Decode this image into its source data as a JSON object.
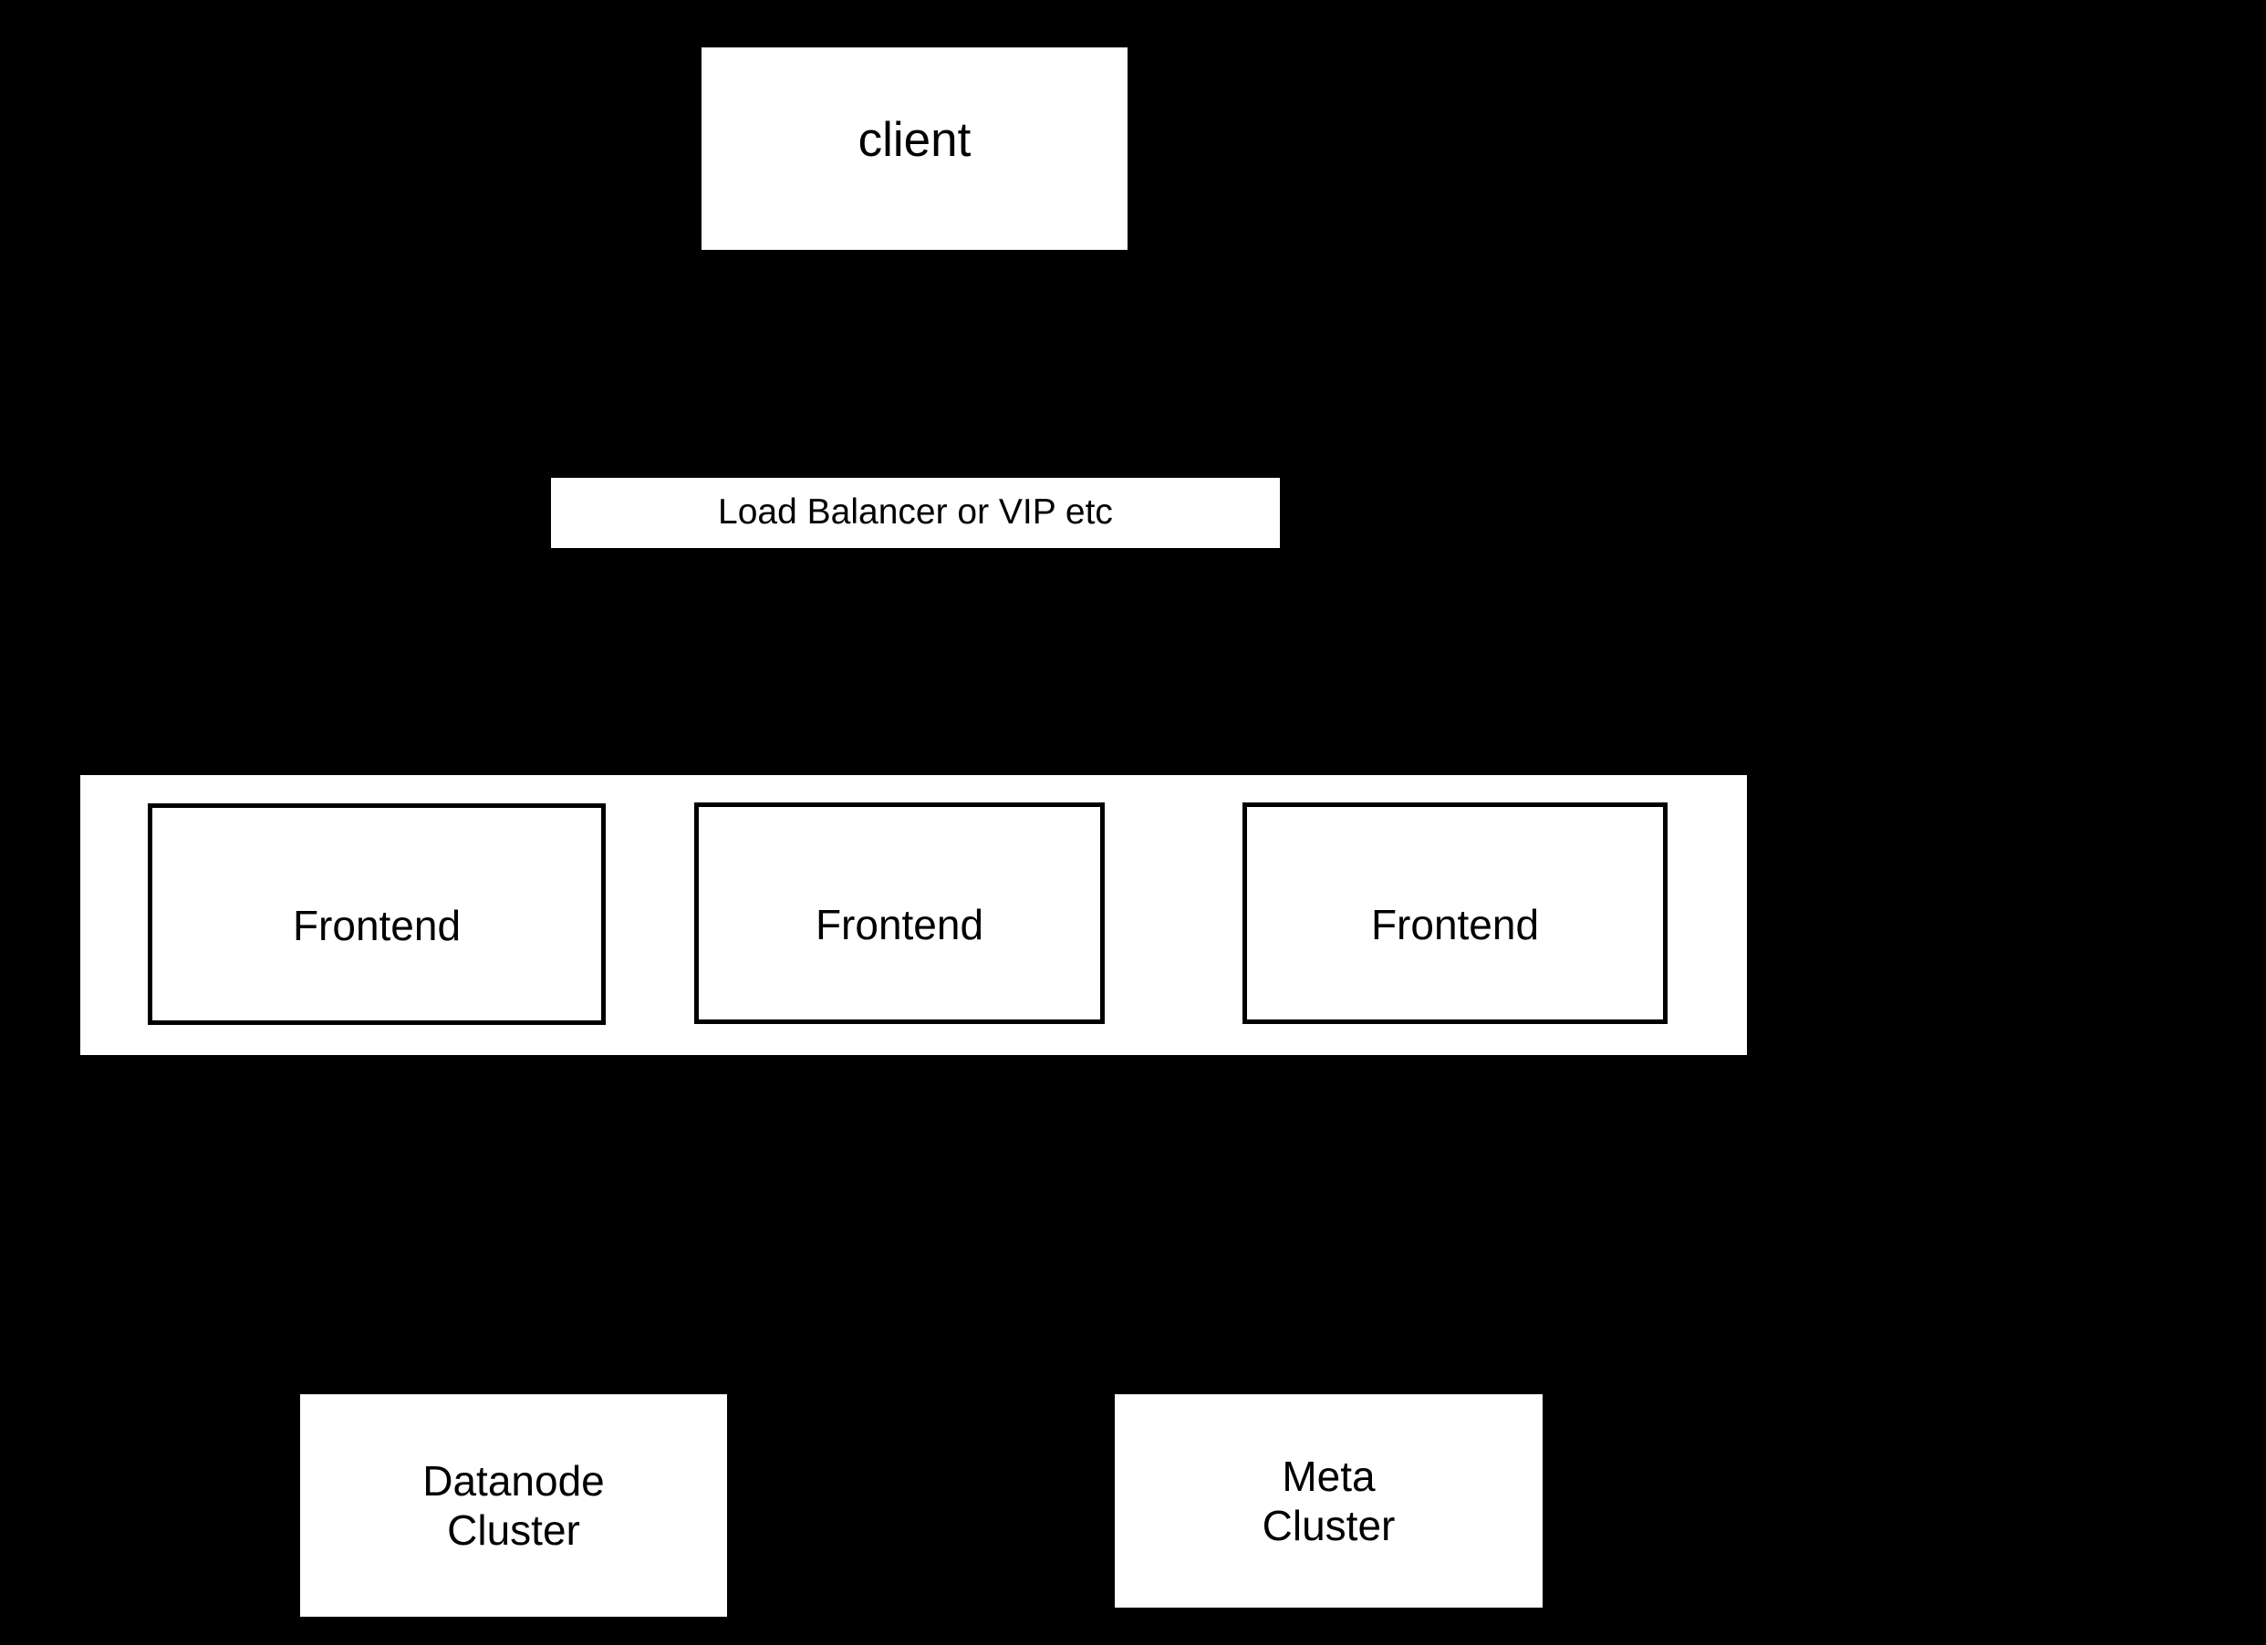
{
  "diagram": {
    "type": "architecture-block-diagram",
    "background_color": "#000000",
    "node_fill_color": "#ffffff",
    "node_stroke_color": "#000000",
    "text_color": "#000000",
    "nodes": {
      "client": {
        "label": "client",
        "shape": "rectangle",
        "border": "solid"
      },
      "load_balancer": {
        "label": "Load Balancer or VIP etc",
        "shape": "rectangle",
        "border": "none"
      },
      "frontend_group": {
        "label": "",
        "shape": "rectangle",
        "border": "dashed"
      },
      "frontends": [
        {
          "label": "Frontend",
          "shape": "rectangle",
          "border": "solid"
        },
        {
          "label": "Frontend",
          "shape": "rectangle",
          "border": "solid"
        },
        {
          "label": "Frontend",
          "shape": "rectangle",
          "border": "solid"
        }
      ],
      "datanode_cluster": {
        "label": "Datanode\nCluster",
        "shape": "rectangle",
        "border": "dashed"
      },
      "meta_cluster": {
        "label": "Meta\nCluster",
        "shape": "rectangle",
        "border": "dashed"
      }
    },
    "edges": [
      {
        "from": "client",
        "to": "load_balancer"
      },
      {
        "from": "load_balancer",
        "to": "frontend_group"
      },
      {
        "from": "frontend_group",
        "to": "datanode_cluster"
      },
      {
        "from": "frontend_group",
        "to": "meta_cluster"
      }
    ]
  }
}
